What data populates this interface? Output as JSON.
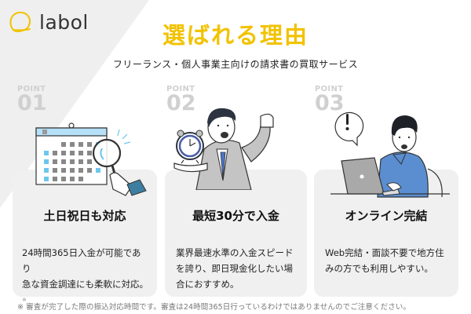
{
  "brand": {
    "logo_text": "labol",
    "accent_color": "#f2c200"
  },
  "header": {
    "title": "選ばれる理由",
    "subtitle": "フリーランス・個人事業主向けの請求書の買取サービス"
  },
  "points": [
    {
      "label": "POINT",
      "number": "01",
      "title": "土日祝日も対応",
      "description_lines": [
        "24時間365日入金が可能であり",
        "急な資金調達にも柔軟に対応。"
      ],
      "note_mark": "※",
      "illustration": "calendar-magnifier-icon"
    },
    {
      "label": "POINT",
      "number": "02",
      "title": "最短30分で入金",
      "description_lines": [
        "業界最速水準の入金スピード",
        "を誇り、即日現金化したい場",
        "合におすすめ。"
      ],
      "illustration": "businessman-alarm-clock-icon"
    },
    {
      "label": "POINT",
      "number": "03",
      "title": "オンライン完結",
      "description_lines": [
        "Web完結・面談不要で地方住",
        "みの方でも利用しやすい。"
      ],
      "illustration": "man-laptop-icon"
    }
  ],
  "footnote": "※ 審査が完了した際の振込対応時間です。審査は24時間365日行っているわけではありませんのでご注意ください。"
}
